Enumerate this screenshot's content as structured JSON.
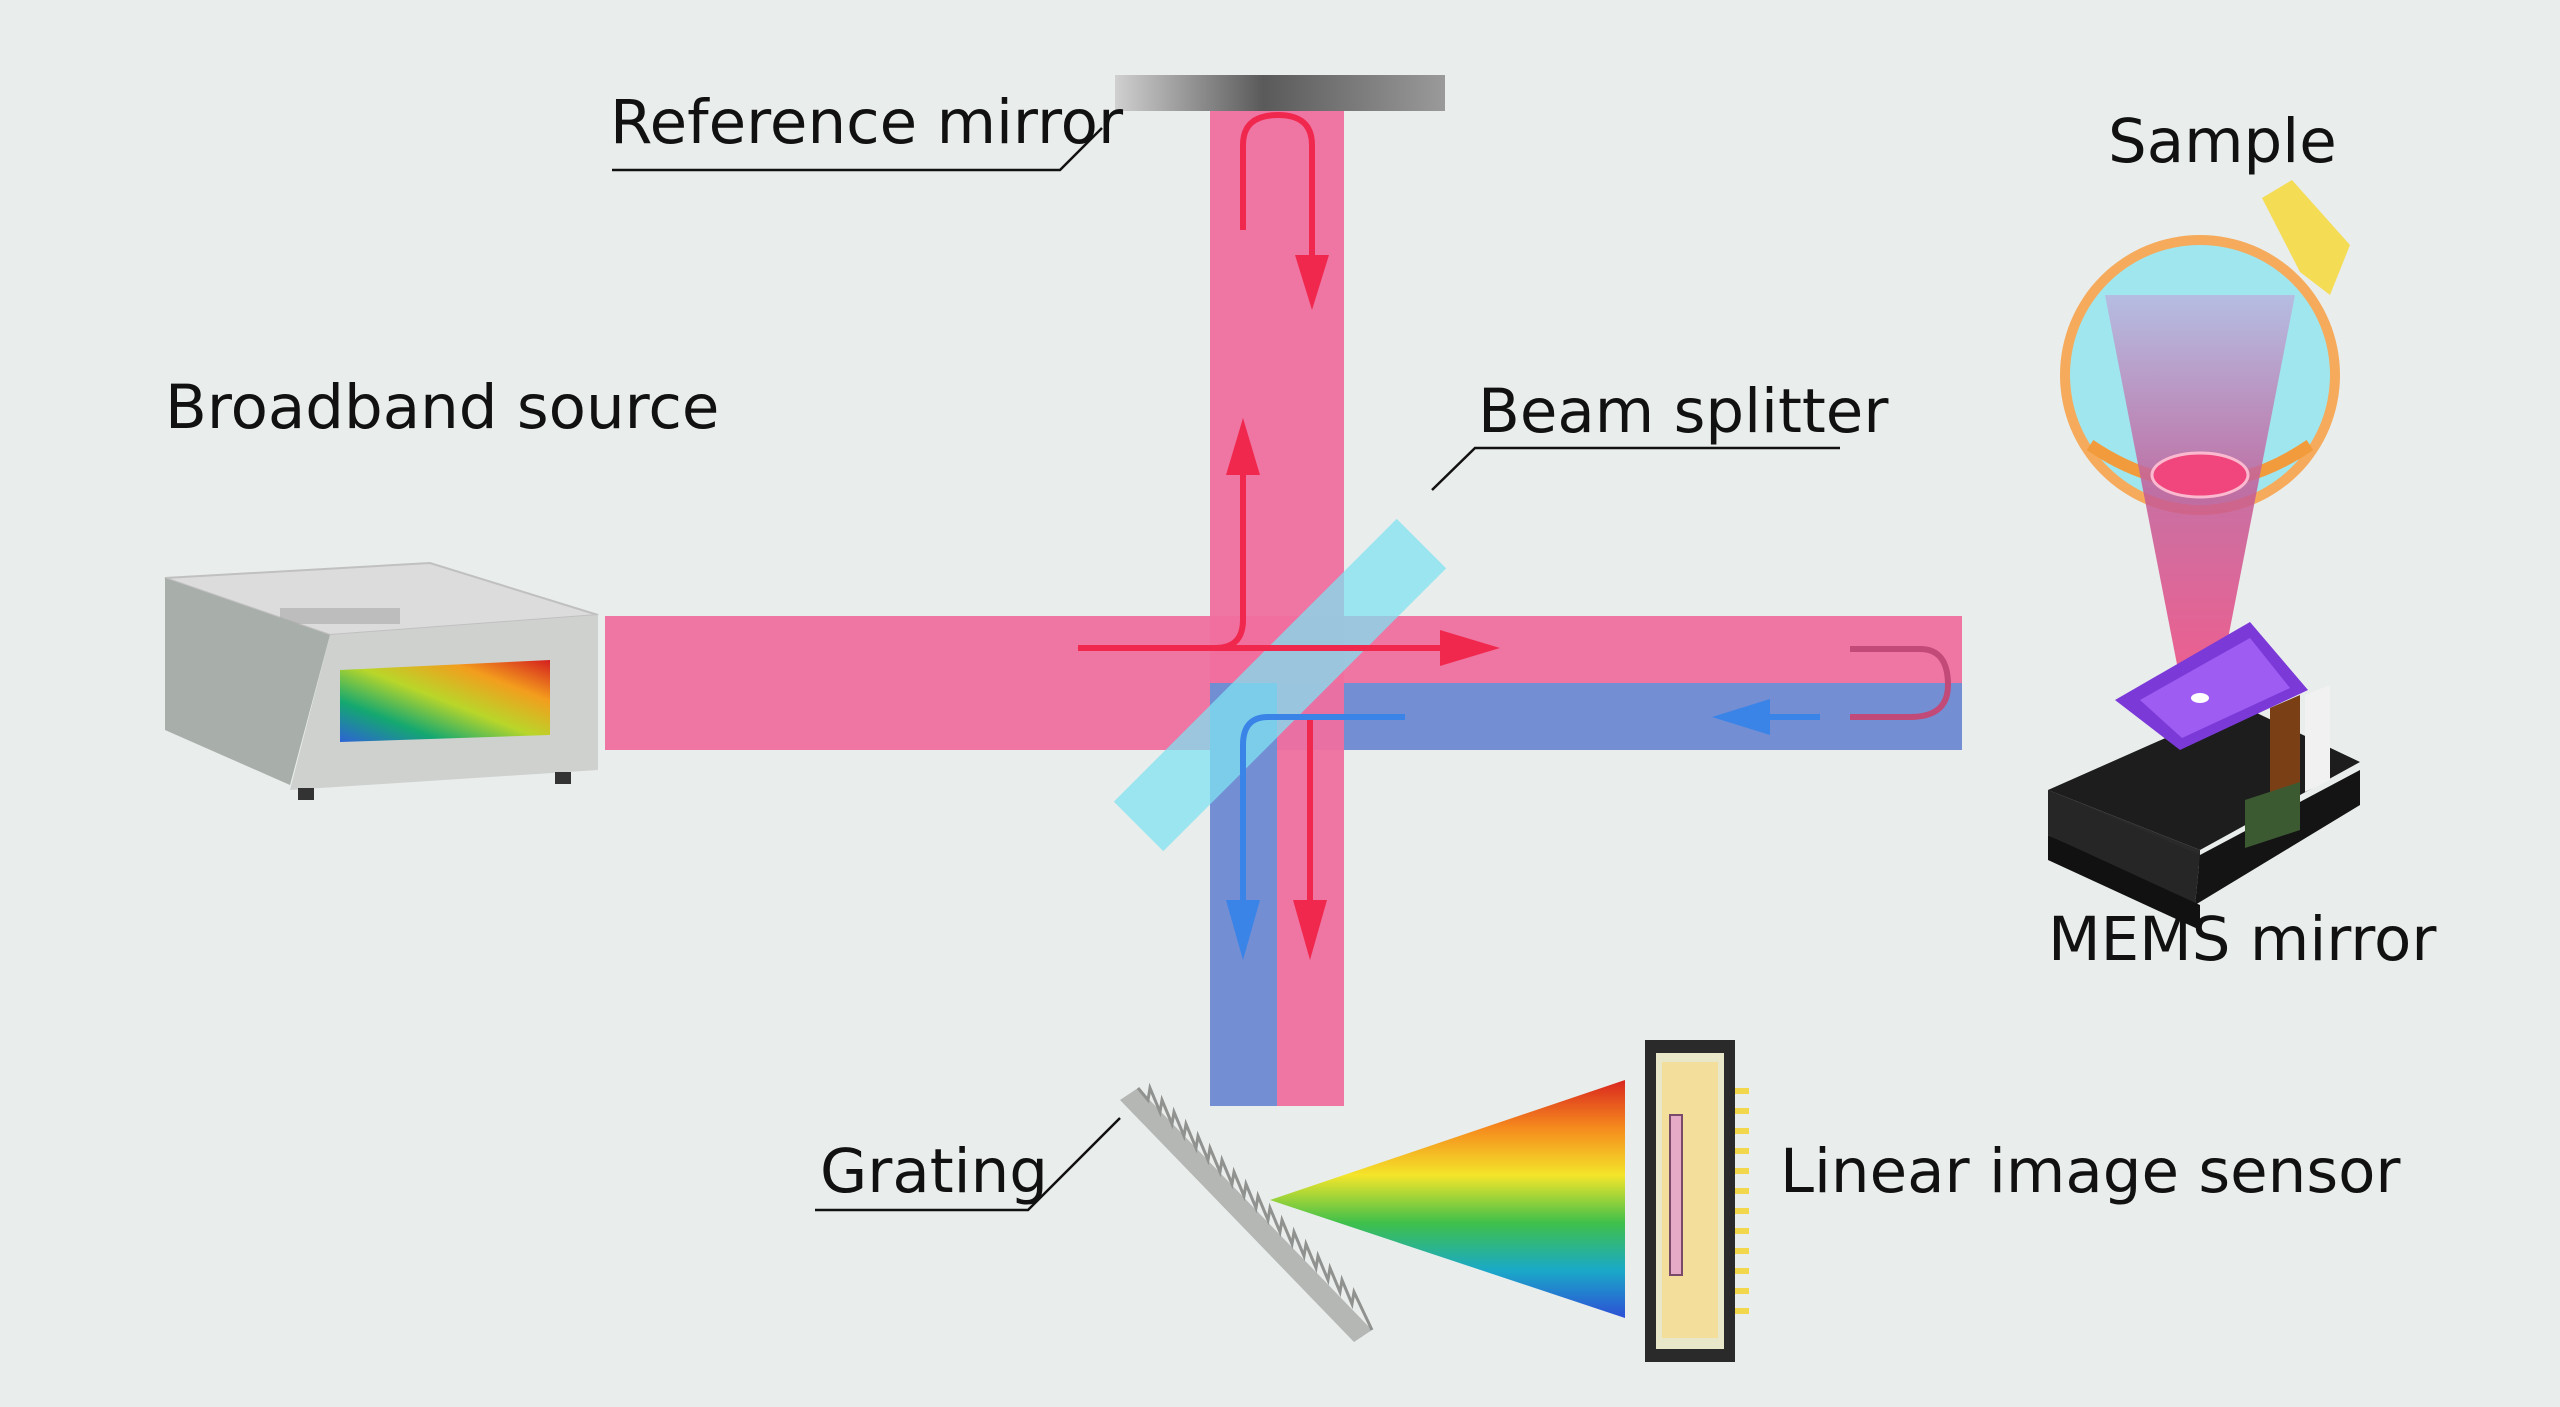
{
  "labels": {
    "reference_mirror": "Reference mirror",
    "sample": "Sample",
    "broadband_source": "Broadband source",
    "beam_splitter": "Beam splitter",
    "mems_mirror": "MEMS mirror",
    "grating": "Grating",
    "linear_image_sensor": "Linear image sensor"
  },
  "colors": {
    "background": "#e9edec",
    "beam_pink": "#ef6f9f",
    "beam_blue": "#6b8fd6",
    "arrow_red": "#f0284e",
    "arrow_blue": "#3a84e8",
    "splitter_cyan": "#7fe2f2",
    "sample_yellow": "#f4dc55"
  },
  "icons": {
    "source": "broadband-source-box-icon",
    "mirror": "reference-mirror-icon",
    "splitter": "beam-splitter-icon",
    "mems": "mems-mirror-device-icon",
    "sample": "eye-sample-icon",
    "grating": "diffraction-grating-icon",
    "sensor": "linear-image-sensor-icon"
  }
}
